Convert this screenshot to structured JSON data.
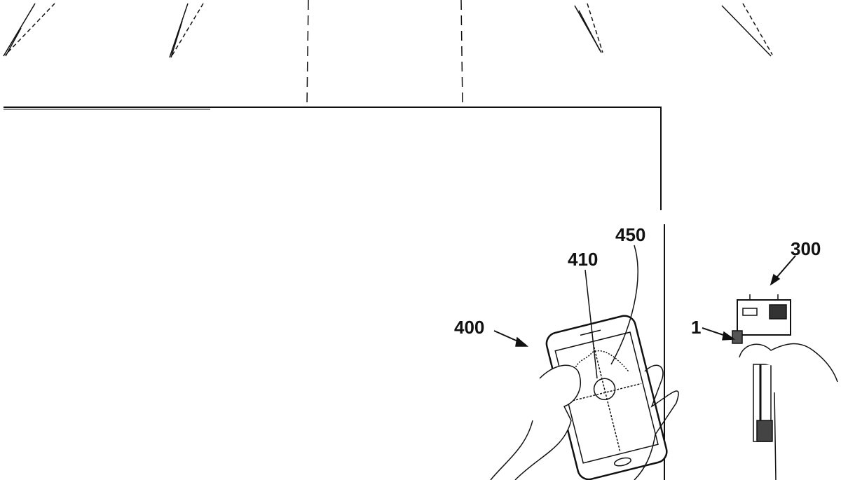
{
  "labels": {
    "phone_device": "400",
    "phone_screen": "410",
    "screen_marker": "450",
    "camera_device": "300",
    "camera_part": "1"
  }
}
